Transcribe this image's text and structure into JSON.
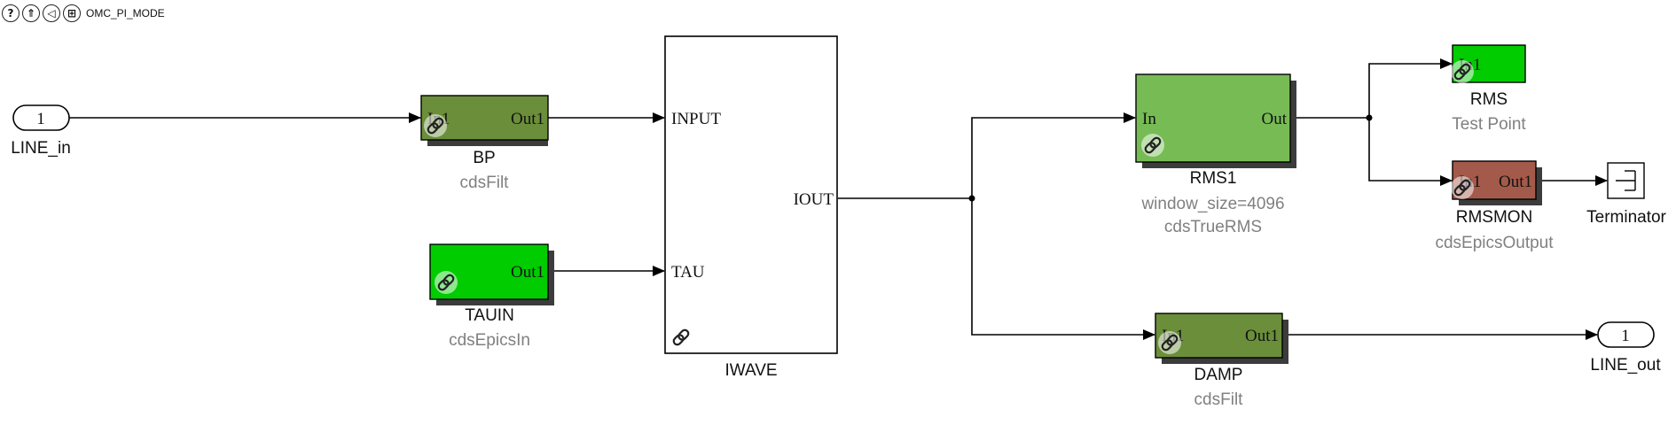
{
  "toolbar": {
    "help_icon": "question-circle-icon",
    "up_icon": "up-arrow-icon",
    "back_icon": "back-arrow-icon",
    "grid_icon": "grid-icon",
    "model_name": "OMC_PI_MODE"
  },
  "colors": {
    "bp_block": "#6b8e3a",
    "tauin_block": "#00cc00",
    "rms1_block": "#77bb55",
    "rms_block": "#00cc00",
    "rmsmon_block": "#a45a4a",
    "damp_block": "#6b8e3a"
  },
  "blocks": {
    "line_in": {
      "label": "LINE_in",
      "port_number": "1"
    },
    "bp": {
      "label": "BP",
      "sublabel": "cdsFilt",
      "in_port": "In1",
      "out_port": "Out1"
    },
    "tauin": {
      "label": "TAUIN",
      "sublabel": "cdsEpicsIn",
      "out_port": "Out1"
    },
    "iwave": {
      "label": "IWAVE",
      "port_input": "INPUT",
      "port_tau": "TAU",
      "port_iout": "IOUT"
    },
    "rms1": {
      "label": "RMS1",
      "sublabel": "window_size=4096",
      "sublabel2": "cdsTrueRMS",
      "in_port": "In",
      "out_port": "Out"
    },
    "rms": {
      "label": "RMS",
      "sublabel": "Test Point",
      "in_port": "In1"
    },
    "rmsmon": {
      "label": "RMSMON",
      "sublabel": "cdsEpicsOutput",
      "in_port": "In1",
      "out_port": "Out1"
    },
    "terminator": {
      "label": "Terminator"
    },
    "damp": {
      "label": "DAMP",
      "sublabel": "cdsFilt",
      "in_port": "In1",
      "out_port": "Out1"
    },
    "line_out": {
      "label": "LINE_out",
      "port_number": "1"
    }
  }
}
